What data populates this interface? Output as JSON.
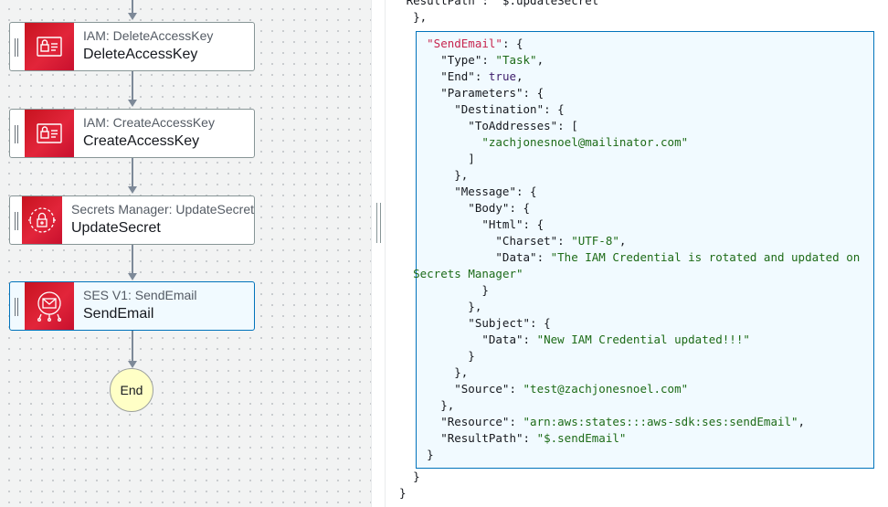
{
  "workflow": {
    "states": [
      {
        "service_action": "IAM: DeleteAccessKey",
        "name": "DeleteAccessKey",
        "icon": "iam-access-key-icon"
      },
      {
        "service_action": "IAM: CreateAccessKey",
        "name": "CreateAccessKey",
        "icon": "iam-access-key-icon"
      },
      {
        "service_action": "Secrets Manager: UpdateSecret",
        "name": "UpdateSecret",
        "icon": "secrets-manager-icon"
      },
      {
        "service_action": "SES V1: SendEmail",
        "name": "SendEmail",
        "icon": "ses-email-icon"
      }
    ],
    "end_label": "End",
    "selected_state": "SendEmail"
  },
  "code": {
    "top_partial": [
      "  \"ResultPath\": \"$.updateSecret\"",
      "},"
    ],
    "send_email": {
      "key": "\"SendEmail\"",
      "type": "\"Task\"",
      "end": "true",
      "to_address": "\"zachjonesnoel@mailinator.com\"",
      "charset": "\"UTF-8\"",
      "html_data_1": "\"The IAM Credential is rotated and updated on",
      "html_data_2": "Secrets Manager\"",
      "subject_data": "\"New IAM Credential updated!!!\"",
      "source": "\"test@zachjonesnoel.com\"",
      "resource": "\"arn:aws:states:::aws-sdk:ses:sendEmail\"",
      "result_path": "\"$.sendEmail\""
    }
  },
  "colors": {
    "accent": "#0073bb",
    "icon_red": "#c7131f",
    "selected_bg": "#f1faff",
    "end_fill": "#ffffc6"
  }
}
